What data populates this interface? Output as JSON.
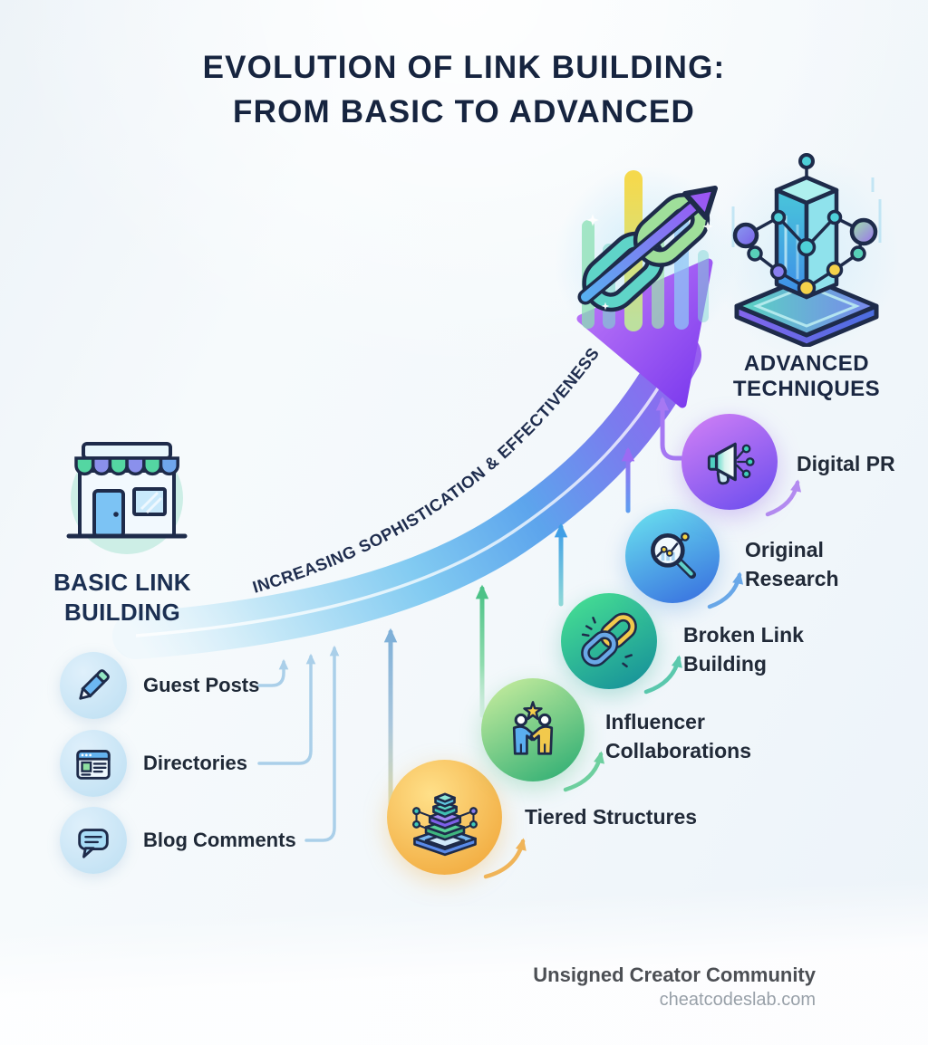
{
  "title": {
    "line1": "EVOLUTION OF LINK BUILDING:",
    "line2": "FROM BASIC TO ADVANCED"
  },
  "curve_label": "INCREASING SOPHISTICATION & EFFECTIVENESS",
  "basic_link_building": {
    "label_line1": "BASIC LINK",
    "label_line2": "BUILDING",
    "icon": "storefront-icon",
    "items": [
      {
        "label": "Guest Posts",
        "icon": "pen-icon"
      },
      {
        "label": "Directories",
        "icon": "browser-window-icon"
      },
      {
        "label": "Blog Comments",
        "icon": "speech-bubble-icon"
      }
    ]
  },
  "techniques": [
    {
      "label": "Tiered Structures",
      "icon": "tiered-pyramid-icon",
      "circle_colors": [
        "#ffe089",
        "#f1a93c"
      ]
    },
    {
      "label": "Influencer Collaborations",
      "icon": "handshake-star-icon",
      "circle_colors": [
        "#c6ec9d",
        "#2fae74"
      ]
    },
    {
      "label": "Broken Link Building",
      "icon": "broken-chain-icon",
      "circle_colors": [
        "#45dd93",
        "#16909a"
      ]
    },
    {
      "label": "Original Research",
      "icon": "magnifier-chart-icon",
      "circle_colors": [
        "#67dbee",
        "#3a74e0"
      ]
    },
    {
      "label": "Digital PR",
      "icon": "megaphone-icon",
      "circle_colors": [
        "#cb7df5",
        "#6d4eee"
      ]
    }
  ],
  "advanced_techniques": {
    "label_line1": "ADVANCED",
    "label_line2": "TECHNIQUES",
    "icon": "network-tower-icon"
  },
  "hero": {
    "icon": "chain-link-growth-arrow-icon"
  },
  "footer": {
    "brand": "Unsigned Creator Community",
    "website": "cheatcodeslab.com"
  },
  "colors": {
    "background": "#f4f8fb",
    "title_navy": "#16243f",
    "curve_blue": "#58a2ec",
    "curve_purple": "#9a55f0",
    "arrowhead_purple": "#8d45f2",
    "outline_navy": "#1e2b4a"
  }
}
